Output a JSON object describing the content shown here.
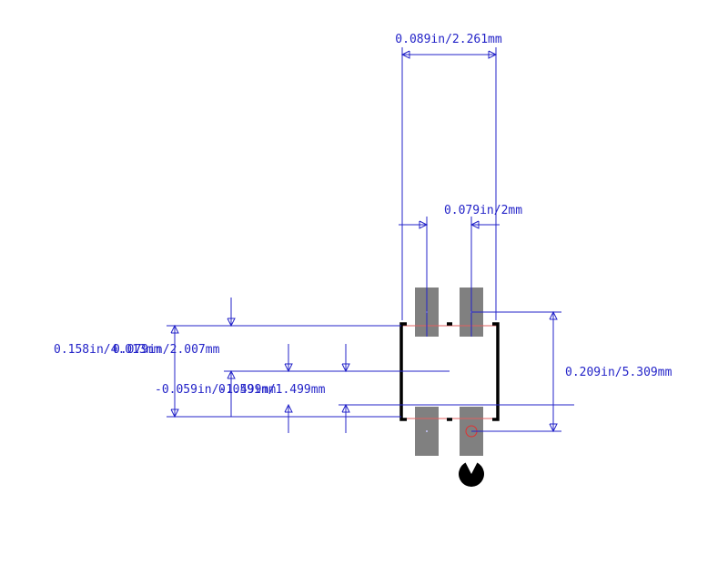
{
  "labels": {
    "overall_width": "0.089in/2.261mm",
    "pad_pitch": "0.079in/2mm",
    "body_height": "0.209in/5.309mm",
    "left_a": "0.158in/4.013mm",
    "left_b": "0.079in/2.007mm",
    "offset_a": "-0.059in/-1.499mm",
    "offset_b": "0.059in/1.499mm"
  },
  "colors": {
    "dimension": "#2323c8",
    "pad": "#808080",
    "courtyard": "#e06060",
    "silkscreen": "#000000",
    "marker": "#000000"
  },
  "icons": {
    "pin1_marker": "pin-one-circle-icon",
    "orientation_marker": "pacman-orientation-icon"
  }
}
